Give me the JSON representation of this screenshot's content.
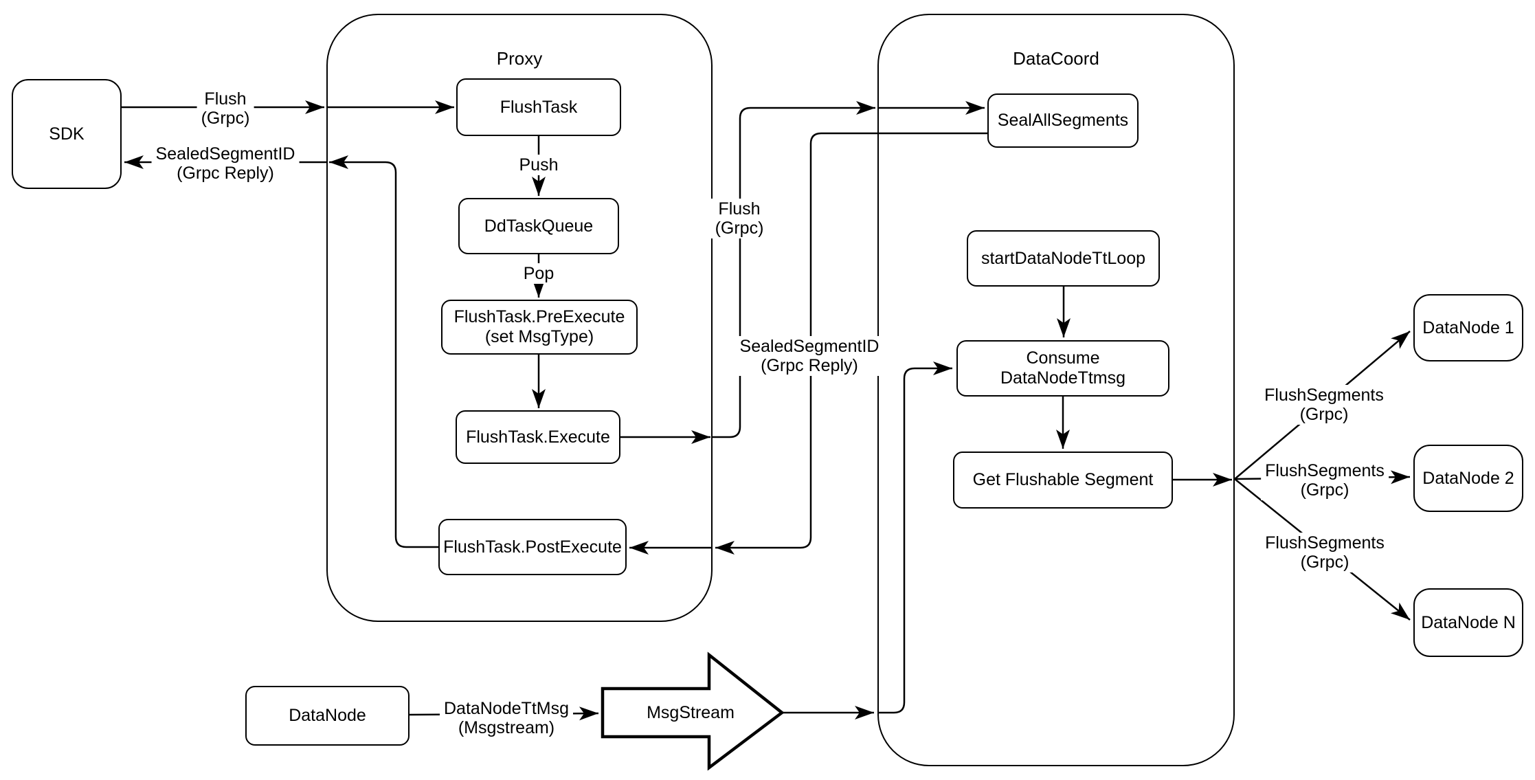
{
  "containers": {
    "proxy": {
      "title": "Proxy"
    },
    "dataCoord": {
      "title": "DataCoord"
    }
  },
  "nodes": {
    "sdk": "SDK",
    "flushTask": "FlushTask",
    "ddTaskQueue": "DdTaskQueue",
    "preExecute": "FlushTask.PreExecute\n(set MsgType)",
    "execute": "FlushTask.Execute",
    "postExecute": "FlushTask.PostExecute",
    "sealAllSegments": "SealAllSegments",
    "startDataNodeTtLoop": "startDataNodeTtLoop",
    "consumeDataNodeTtmsg": "Consume DataNodeTtmsg",
    "getFlushableSegment": "Get Flushable Segment",
    "dataNode1": "DataNode 1",
    "dataNode2": "DataNode 2",
    "dataNodeN": "DataNode N",
    "dataNodeBottom": "DataNode",
    "msgStream": "MsgStream"
  },
  "edgeLabels": {
    "flushSdkToProxy": "Flush\n(Grpc)",
    "sealedSegmentIdToSdk": "SealedSegmentID\n(Grpc Reply)",
    "push": "Push",
    "pop": "Pop",
    "flushProxyToDataCoord": "Flush\n(Grpc)",
    "sealedSegmentIdToProxy": "SealedSegmentID\n(Grpc Reply)",
    "flushSegments1": "FlushSegments\n(Grpc)",
    "flushSegments2": "FlushSegments\n(Grpc)",
    "flushSegments3": "FlushSegments\n(Grpc)",
    "dataNodeTtMsg": "DataNodeTtMsg\n(Msgstream)"
  },
  "colors": {
    "stroke": "#000000",
    "background": "#ffffff"
  }
}
